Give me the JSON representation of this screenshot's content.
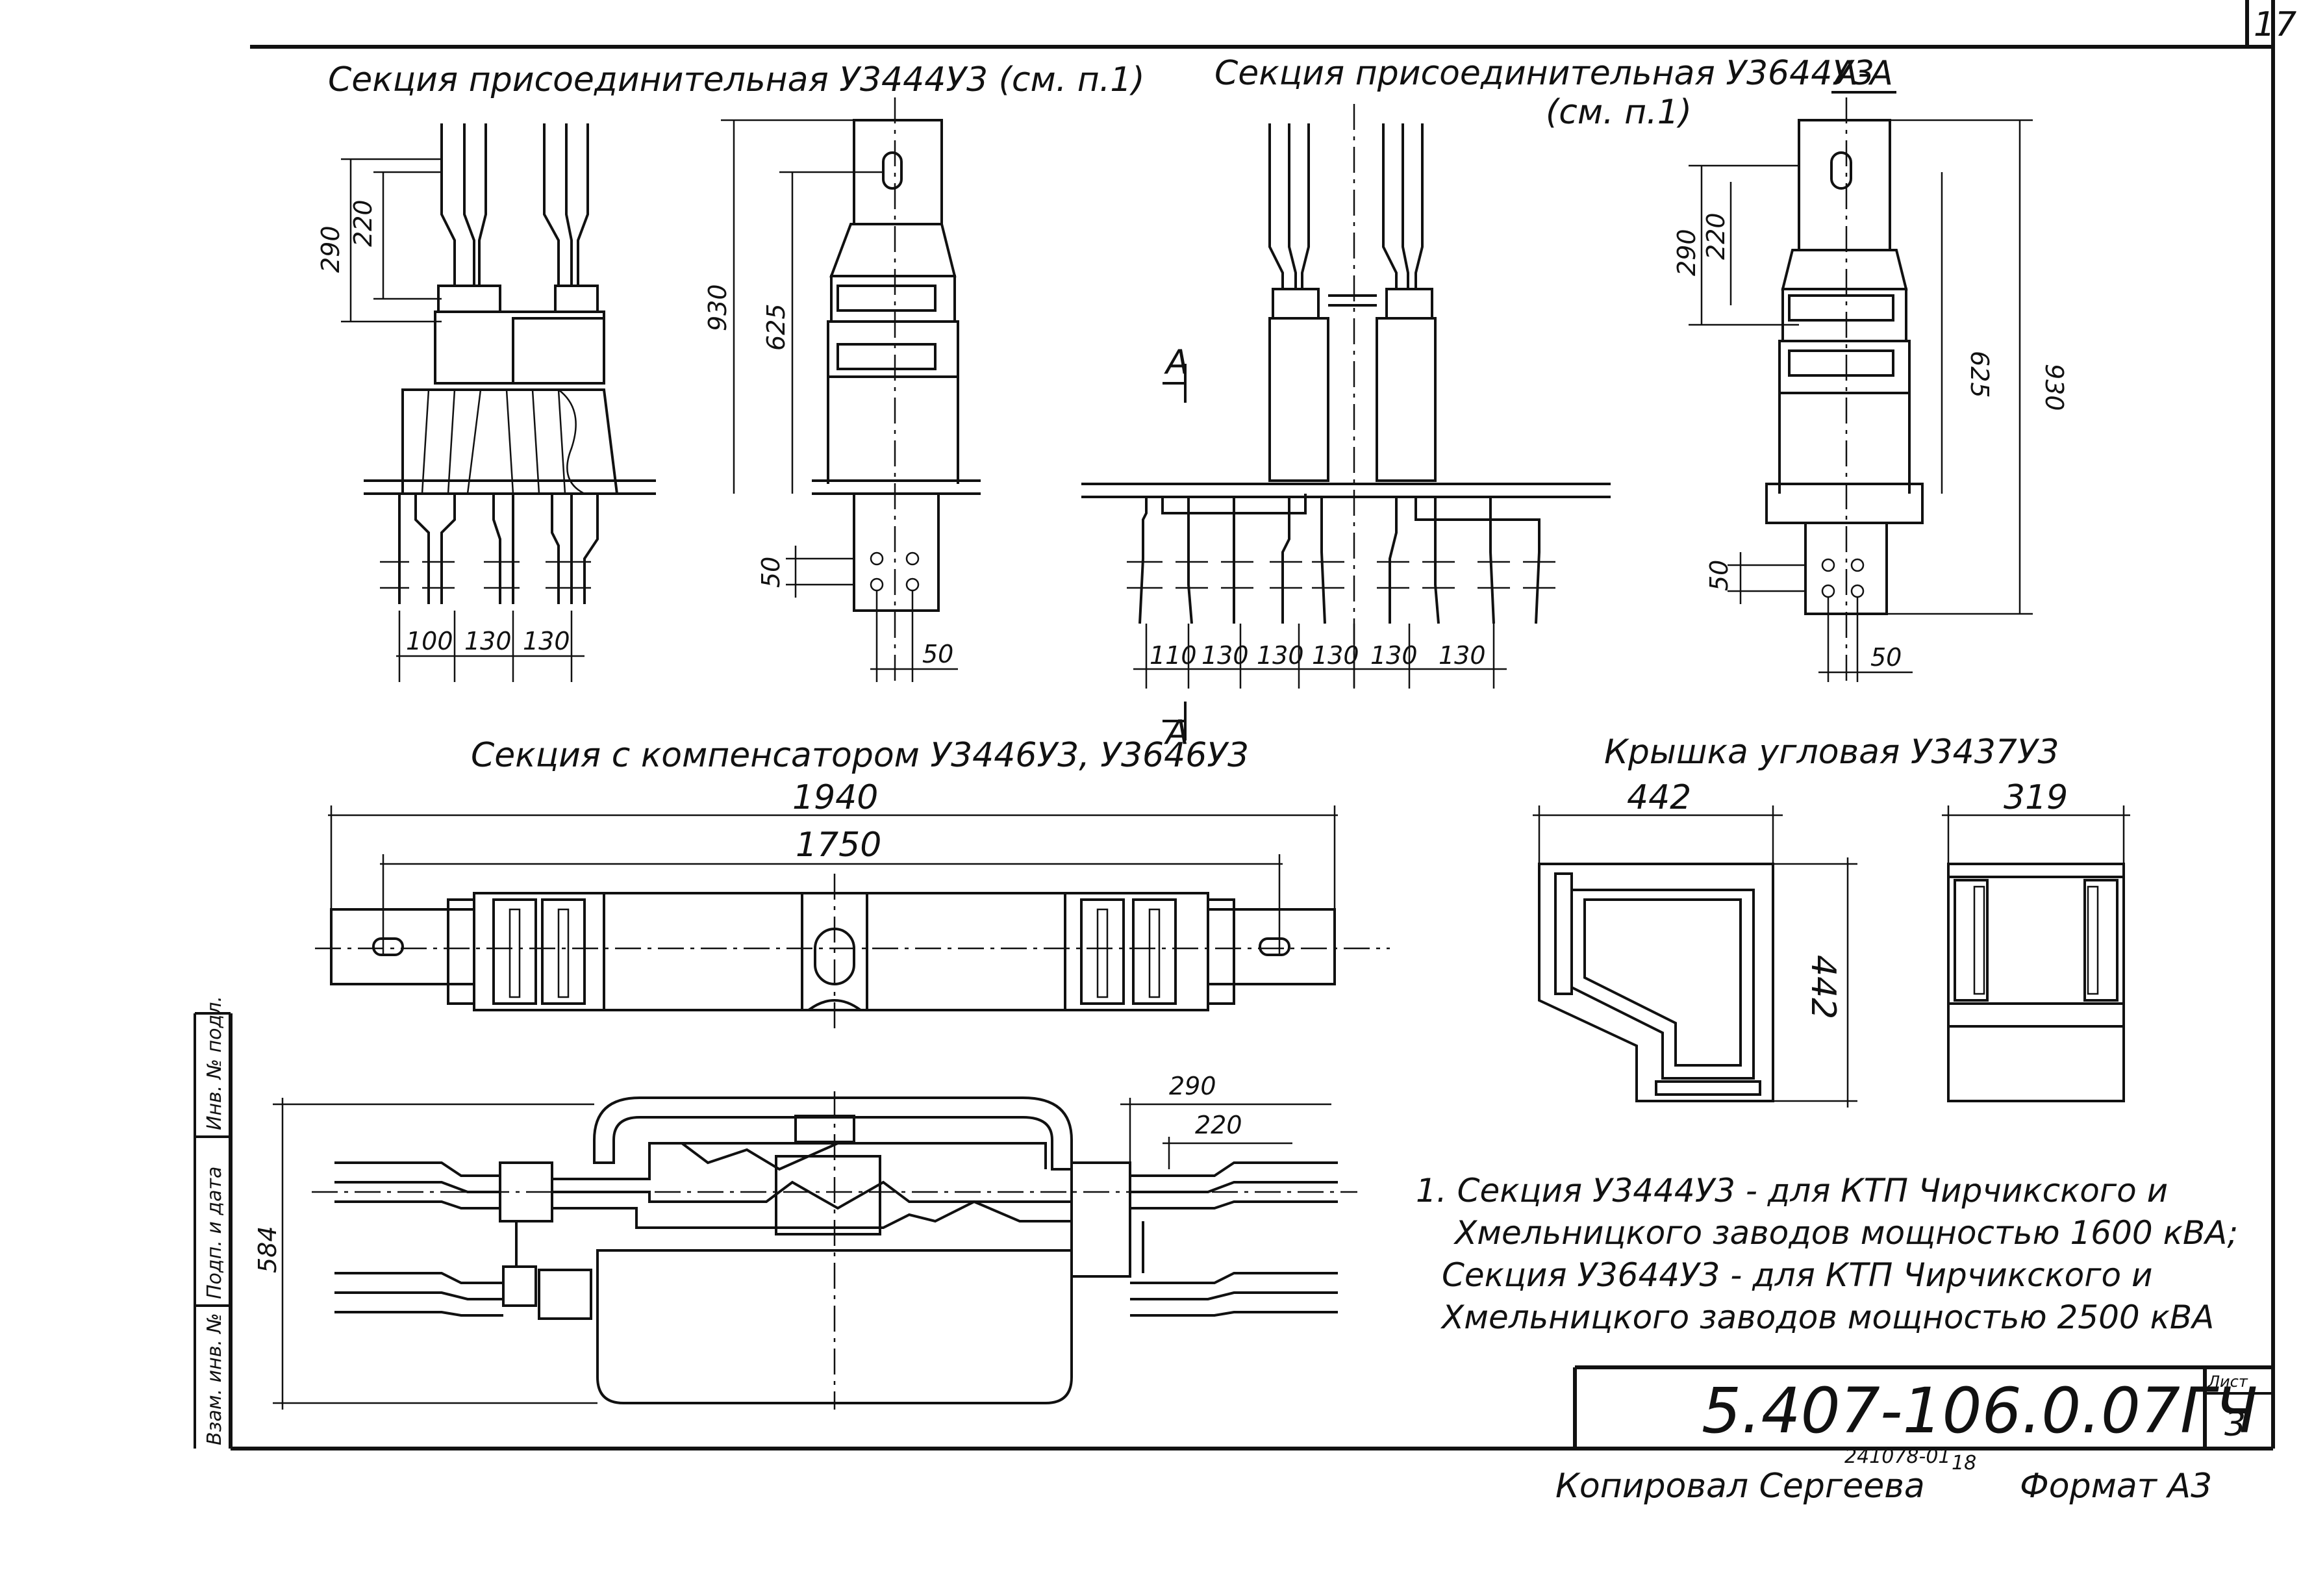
{
  "sheet": {
    "corner_number": "17",
    "designation": "5.407-106.0.07ГЧ",
    "sheet_label": "Лист",
    "sheet_number": "3",
    "copy_code": "241078-01",
    "copy_code_suffix": "18",
    "copied_by": "Копировал Сергеева",
    "format": "Формат А3"
  },
  "views": {
    "conn_4": {
      "title": "Секция присоединительная У3444У3 (см. п.1)",
      "dims": [
        "290",
        "220",
        "930",
        "625",
        "50",
        "100",
        "130",
        "130",
        "50"
      ]
    },
    "conn_6": {
      "title": "Секция присоединительная У3644У3",
      "ref": "(см. п.1)",
      "section_mark": "А-А",
      "cut_label_top": "А",
      "cut_label_bottom": "А",
      "dims": [
        "110",
        "130",
        "130",
        "130",
        "130",
        "130"
      ]
    },
    "section_aa": {
      "dims": [
        "290",
        "220",
        "625",
        "930",
        "50",
        "50"
      ]
    },
    "compensator": {
      "title": "Секция с компенсатором У3446У3, У3646У3",
      "dims": [
        "1940",
        "1750",
        "290",
        "220",
        "584"
      ]
    },
    "corner_cover": {
      "title": "Крышка угловая У3437У3",
      "dims": [
        "442",
        "442",
        "319"
      ]
    }
  },
  "notes": [
    "1. Секция У3444У3 - для КТП Чирчикского и",
    "Хмельницкого заводов мощностью 1600 кВА;",
    "Секция У3644У3 - для КТП Чирчикского и",
    "Хмельницкого заводов мощностью 2500 кВА"
  ],
  "stamp_column": [
    "Инв. № подл.",
    "Подп. и дата",
    "Взам. инв. №"
  ],
  "colors": {
    "ink": "#111111",
    "paper": "#ffffff"
  }
}
